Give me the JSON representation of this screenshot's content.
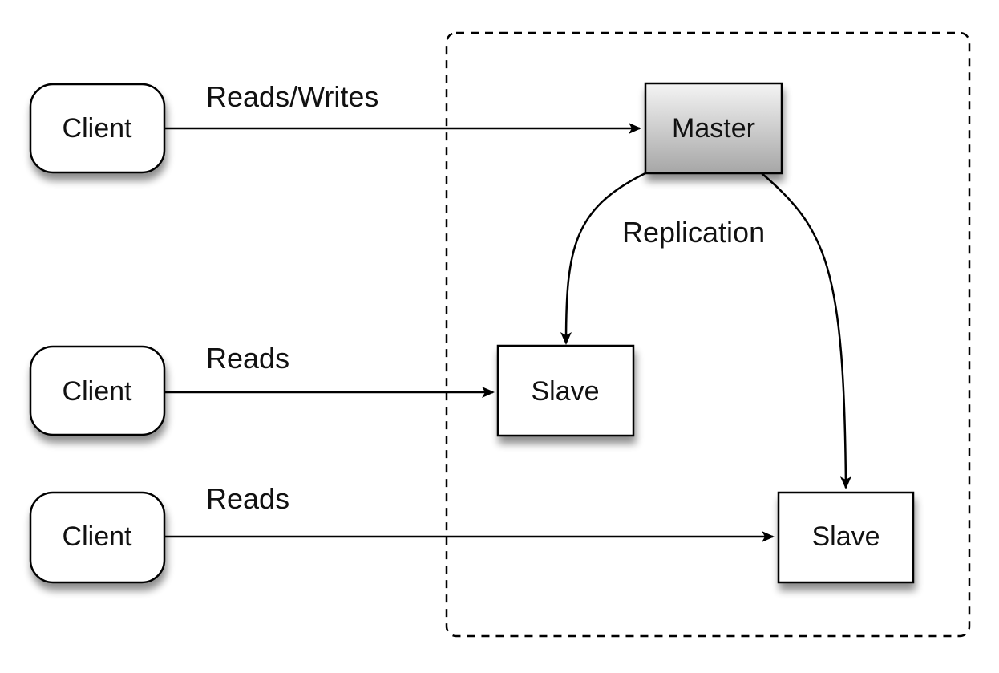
{
  "clients": [
    {
      "label": "Client"
    },
    {
      "label": "Client"
    },
    {
      "label": "Client"
    }
  ],
  "master": {
    "label": "Master"
  },
  "slaves": [
    {
      "label": "Slave"
    },
    {
      "label": "Slave"
    }
  ],
  "edges": [
    {
      "label": "Reads/Writes"
    },
    {
      "label": "Reads"
    },
    {
      "label": "Reads"
    },
    {
      "label": "Replication"
    }
  ],
  "colors": {
    "master_fill_top": "#f4f4f4",
    "master_fill_bottom": "#a8a8a8",
    "node_fill": "#ffffff",
    "stroke": "#000000"
  }
}
